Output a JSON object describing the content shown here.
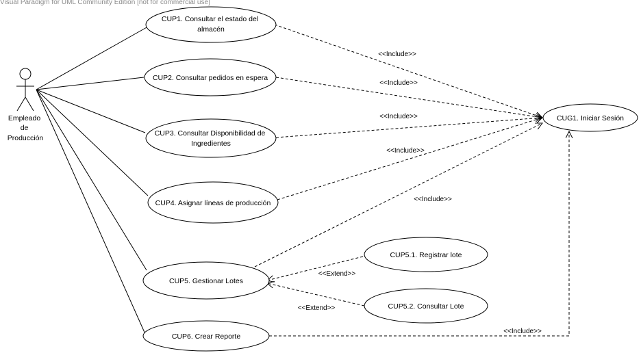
{
  "watermark": "Visual Paradigm for UML Community Edition [not for commercial use]",
  "actor": {
    "name_lines": [
      "Empleado",
      "de",
      "Producción"
    ]
  },
  "use_cases": {
    "cup1": [
      "CUP1. Consultar el estado del",
      "almacén"
    ],
    "cup2": [
      "CUP2. Consultar pedidos en espera"
    ],
    "cup3": [
      "CUP3. Consultar Disponibilidad de",
      "Ingredientes"
    ],
    "cup4": [
      "CUP4. Asignar líneas de producción"
    ],
    "cup5": [
      "CUP5. Gestionar Lotes"
    ],
    "cup51": [
      "CUP5.1. Registrar lote"
    ],
    "cup52": [
      "CUP5.2. Consultar Lote"
    ],
    "cup6": [
      "CUP6. Crear Reporte"
    ],
    "cug1": [
      "CUG1. Iniciar Sesión"
    ]
  },
  "relations": {
    "include_1": "<<Include>>",
    "include_2": "<<Include>>",
    "include_3": "<<Include>>",
    "include_4": "<<Include>>",
    "include_5": "<<Include>>",
    "include_6": "<<Include>>",
    "extend_1": "<<Extend>>",
    "extend_2": "<<Extend>>"
  },
  "colors": {
    "line": "#000000",
    "fill": "#ffffff",
    "watermark": "#8a8a8a"
  }
}
